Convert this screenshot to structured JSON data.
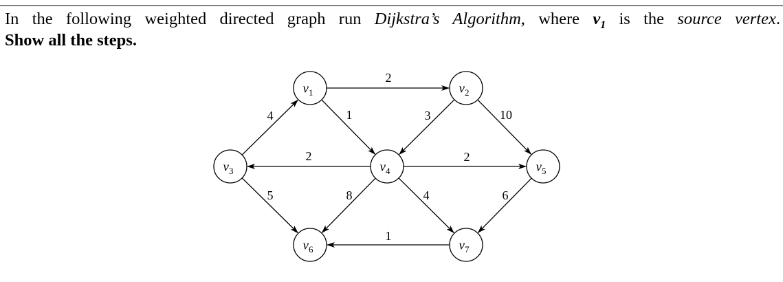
{
  "question": {
    "line1_prefix": "In the following weighted directed graph run ",
    "algorithm": "Dijkstra’s Algorithm",
    "line1_middle": ", where ",
    "source": "v",
    "source_sub": "1",
    "line1_mid2": " is the ",
    "source_vertex": "source vertex",
    "line1_end": ".",
    "line2": "Show all the steps."
  },
  "graph": {
    "nodes": [
      {
        "id": "v1",
        "base": "v",
        "sub": "1"
      },
      {
        "id": "v2",
        "base": "v",
        "sub": "2"
      },
      {
        "id": "v3",
        "base": "v",
        "sub": "3"
      },
      {
        "id": "v4",
        "base": "v",
        "sub": "4"
      },
      {
        "id": "v5",
        "base": "v",
        "sub": "5"
      },
      {
        "id": "v6",
        "base": "v",
        "sub": "6"
      },
      {
        "id": "v7",
        "base": "v",
        "sub": "7"
      }
    ],
    "edges": [
      {
        "from": "v1",
        "to": "v2",
        "weight": "2"
      },
      {
        "from": "v3",
        "to": "v1",
        "weight": "4"
      },
      {
        "from": "v1",
        "to": "v4",
        "weight": "1"
      },
      {
        "from": "v2",
        "to": "v4",
        "weight": "3"
      },
      {
        "from": "v2",
        "to": "v5",
        "weight": "10"
      },
      {
        "from": "v4",
        "to": "v3",
        "weight": "2"
      },
      {
        "from": "v4",
        "to": "v5",
        "weight": "2"
      },
      {
        "from": "v3",
        "to": "v6",
        "weight": "5"
      },
      {
        "from": "v4",
        "to": "v6",
        "weight": "8"
      },
      {
        "from": "v4",
        "to": "v7",
        "weight": "4"
      },
      {
        "from": "v5",
        "to": "v7",
        "weight": "6"
      },
      {
        "from": "v7",
        "to": "v6",
        "weight": "1"
      }
    ]
  }
}
